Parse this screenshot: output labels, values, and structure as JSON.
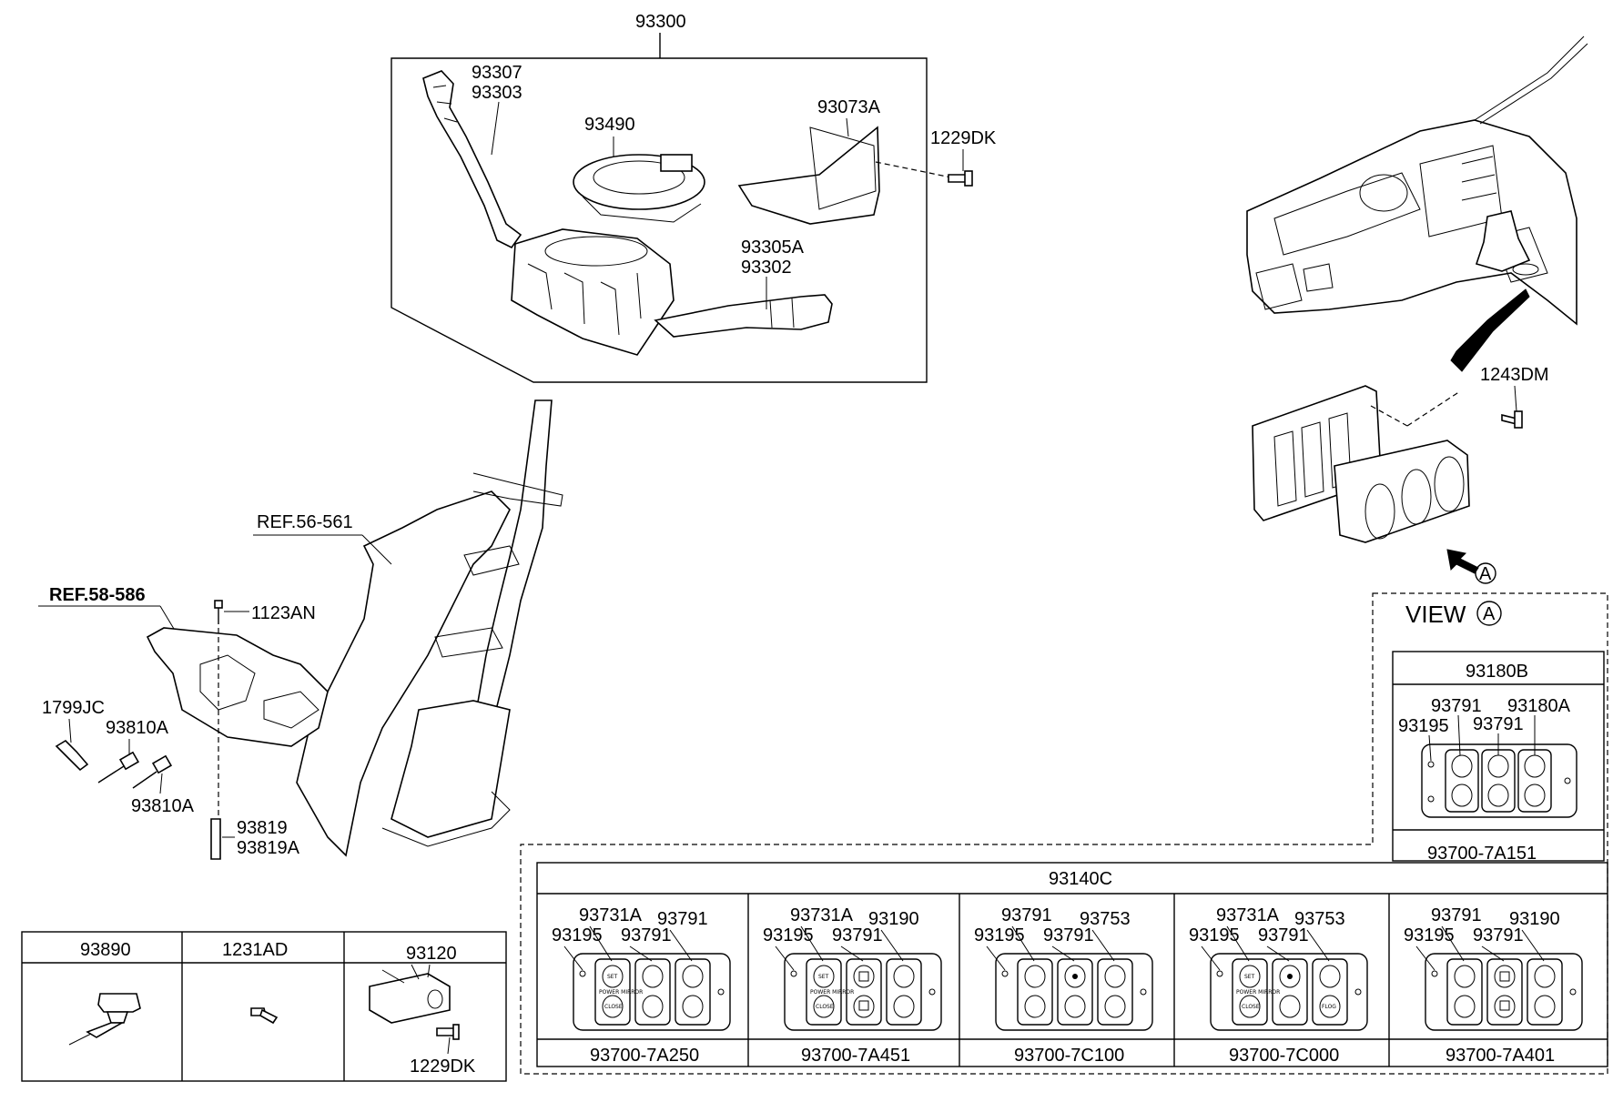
{
  "labels": {
    "p93300": "93300",
    "p93307": "93307",
    "p93303": "93303",
    "p93490": "93490",
    "p93073A": "93073A",
    "p1229DK_top": "1229DK",
    "p93305A": "93305A",
    "p93302": "93302",
    "ref56": "REF.56-561",
    "ref58": "REF.58-586",
    "p1123AN": "1123AN",
    "p1799JC": "1799JC",
    "p93810A_1": "93810A",
    "p93810A_2": "93810A",
    "p93819": "93819",
    "p93819A": "93819A",
    "p1243DM": "1243DM",
    "callout_a": "A"
  },
  "view_a": {
    "title": "VIEW",
    "circle": "A"
  },
  "box_93180B": {
    "header": "93180B",
    "callouts": [
      "93791",
      "93791",
      "93180A",
      "93195"
    ],
    "footer": "93700-7A151"
  },
  "box_93140C": {
    "header": "93140C",
    "cells": [
      {
        "callouts": [
          "93731A",
          "93791",
          "93195",
          "93791"
        ],
        "footer": "93700-7A250"
      },
      {
        "callouts": [
          "93731A",
          "93791",
          "93195",
          "93190"
        ],
        "footer": "93700-7A451"
      },
      {
        "callouts": [
          "93791",
          "93791",
          "93195",
          "93753"
        ],
        "footer": "93700-7C100"
      },
      {
        "callouts": [
          "93731A",
          "93791",
          "93195",
          "93753"
        ],
        "footer": "93700-7C000"
      },
      {
        "callouts": [
          "93791",
          "93791",
          "93195",
          "93190"
        ],
        "footer": "93700-7A401"
      }
    ]
  },
  "bottom_table": {
    "cols": [
      "93890",
      "1231AD",
      "93120"
    ],
    "extra_label": "1229DK"
  },
  "button_text": {
    "set": "SET",
    "mirror": "POWER MIRROR",
    "close": "CLOSE",
    "fog": "FLOG"
  }
}
